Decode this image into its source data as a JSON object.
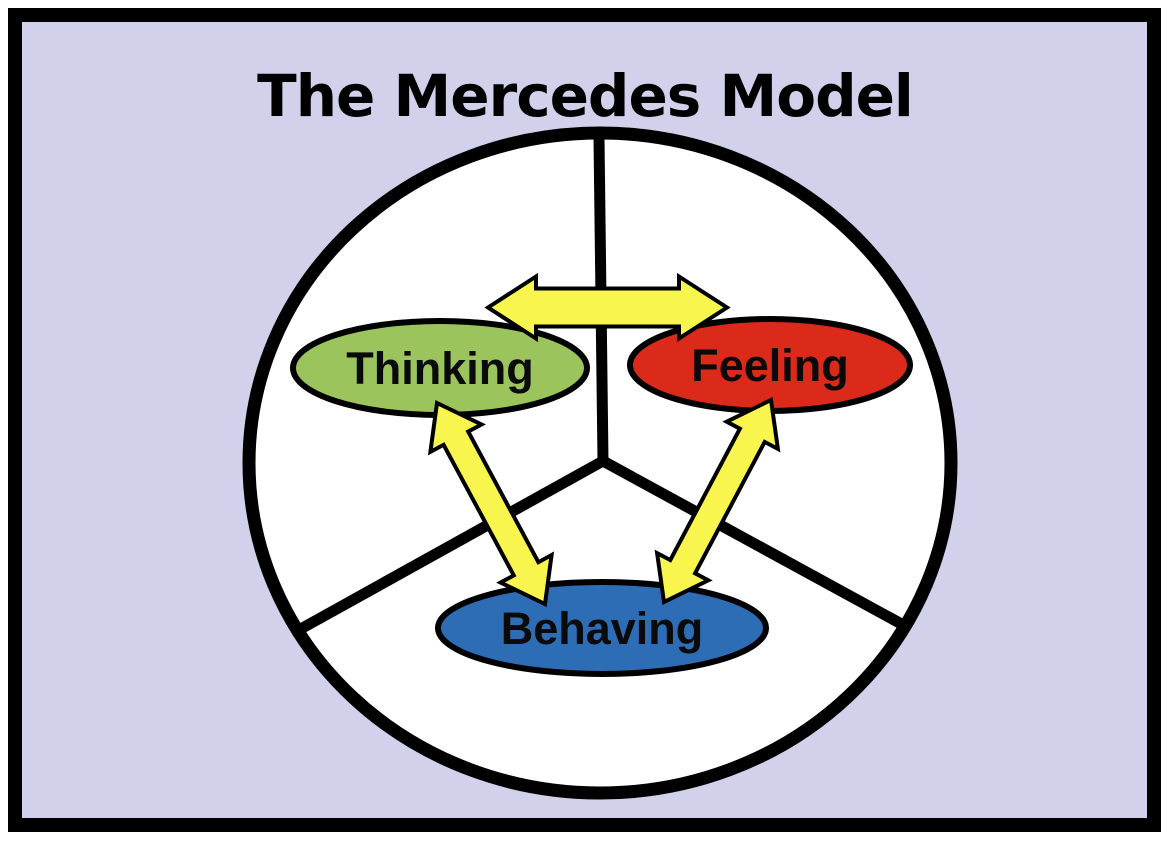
{
  "title": "The Mercedes Model",
  "colors": {
    "background_lavender": "#d1d1eb",
    "frame_black": "#000000",
    "circle_fill": "#ffffff",
    "outline_black": "#000000",
    "arrow_yellow": "#f8f54e"
  },
  "nodes": [
    {
      "id": "thinking",
      "label": "Thinking",
      "color": "#9bc45d"
    },
    {
      "id": "feeling",
      "label": "Feeling",
      "color": "#dc2a1a"
    },
    {
      "id": "behaving",
      "label": "Behaving",
      "color": "#2d6db5"
    }
  ],
  "connections": [
    {
      "from": "thinking",
      "to": "feeling",
      "type": "bidirectional-arrow"
    },
    {
      "from": "thinking",
      "to": "behaving",
      "type": "bidirectional-arrow"
    },
    {
      "from": "feeling",
      "to": "behaving",
      "type": "bidirectional-arrow"
    }
  ]
}
